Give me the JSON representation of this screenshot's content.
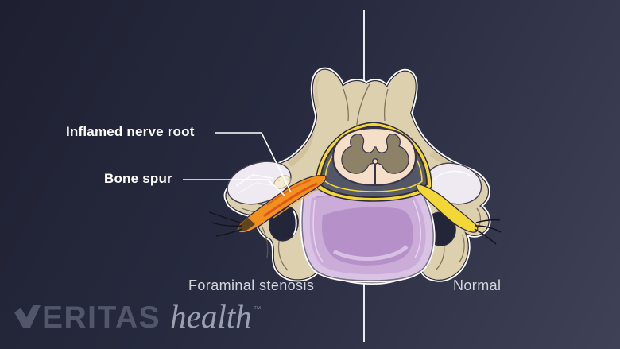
{
  "colors": {
    "bg-start": "#1e2031",
    "bg-mid": "#272a3e",
    "bg-end": "#3f4257",
    "divider": "#e9ebf2",
    "label-white": "#ffffff",
    "caption-gray": "#d3d4dc",
    "leader-line": "#ffffff",
    "bone": "#ddd0ae",
    "bone-shade": "#c9b58f",
    "bone-line": "#6a5d47",
    "outline-dark": "#2e2a3c",
    "outline-white": "#ffffff",
    "hole": "#232638",
    "facet-white": "#efeaf2",
    "disc-outer": "#d9c2e3",
    "disc-mid": "#cbabd8",
    "disc-inner": "#b690c8",
    "disc-ring-light": "#e6d4ee",
    "ligament-yellow": "#f3d737",
    "canal": "#585c6d",
    "canal-deep": "#4b4f60",
    "cord": "#f6dfc8",
    "gray-matter": "#8d8167",
    "nerve-orange": "#f0901e",
    "nerve-red": "#df4f16",
    "nerve-highlight": "#fcae3c",
    "nerve-dark-tip": "#5f4420",
    "fiber-black": "#15131d",
    "spur": "#f3ecd2",
    "logo-brand": "#51566b",
    "logo-suffix": "#9aa0b0",
    "logo-tm": "#7d8193"
  },
  "labels": {
    "inflamed_nerve_root": "Inflamed nerve root",
    "bone_spur": "Bone spur",
    "left_caption": "Foraminal stenosis",
    "right_caption": "Normal"
  },
  "logo": {
    "brand": "VERITAS",
    "brand_rest": "ERITAS",
    "suffix": "health",
    "trademark": "™"
  },
  "illustration": {
    "subject": "cervical vertebra cross-section",
    "left_side": "foraminal stenosis side",
    "right_side": "normal side"
  }
}
